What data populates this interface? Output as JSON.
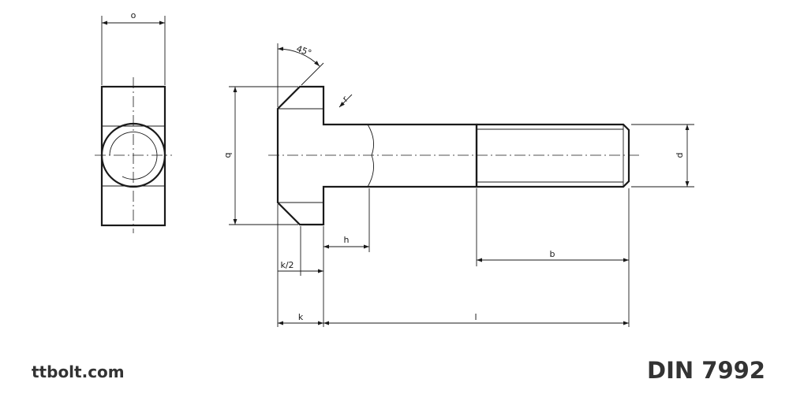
{
  "labels": {
    "o": "o",
    "q": "q",
    "d": "d",
    "angle": "45°",
    "r": "r",
    "h": "h",
    "b": "b",
    "k_half": "k/2",
    "k": "k",
    "l": "l"
  },
  "footer": {
    "website": "ttbolt.com",
    "standard": "DIN 7992"
  }
}
